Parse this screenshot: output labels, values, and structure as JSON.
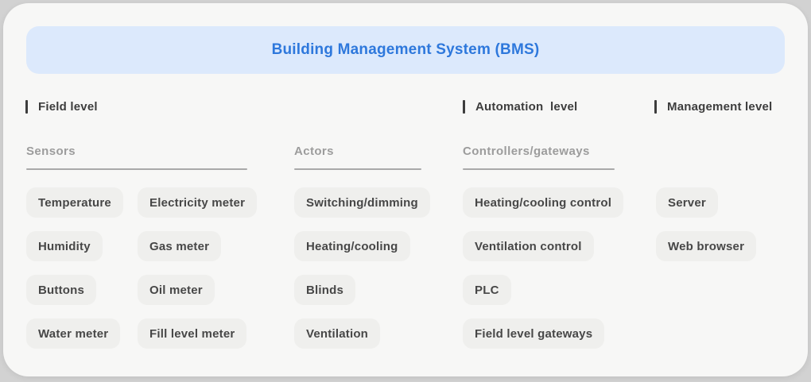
{
  "header": {
    "title": "Building Management System (BMS)"
  },
  "levels": {
    "field": "Field level",
    "automation": "Automation  level",
    "management": "Management level"
  },
  "columns": {
    "sensors": {
      "heading": "Sensors",
      "items_left": [
        "Temperature",
        "Humidity",
        "Buttons",
        "Water meter"
      ],
      "items_right": [
        "Electricity meter",
        "Gas meter",
        "Oil meter",
        "Fill level meter"
      ]
    },
    "actors": {
      "heading": "Actors",
      "items": [
        "Switching/dimming",
        "Heating/cooling",
        "Blinds",
        "Ventilation"
      ]
    },
    "controllers": {
      "heading": "Controllers/gateways",
      "items": [
        "Heating/cooling control",
        "Ventilation control",
        "PLC",
        "Field level gateways"
      ]
    },
    "management": {
      "items": [
        "Server",
        "Web browser"
      ]
    }
  },
  "colors": {
    "title_text_blue": "#2e78dc",
    "title_band_blue": "#dce9fc",
    "card_background": "#f7f7f6",
    "outer_background": "#d2d2d2",
    "chip_background": "#efefed",
    "chip_text": "#474747",
    "heading_gray": "#9c9c9c",
    "level_text_dark": "#3d3d3d"
  }
}
